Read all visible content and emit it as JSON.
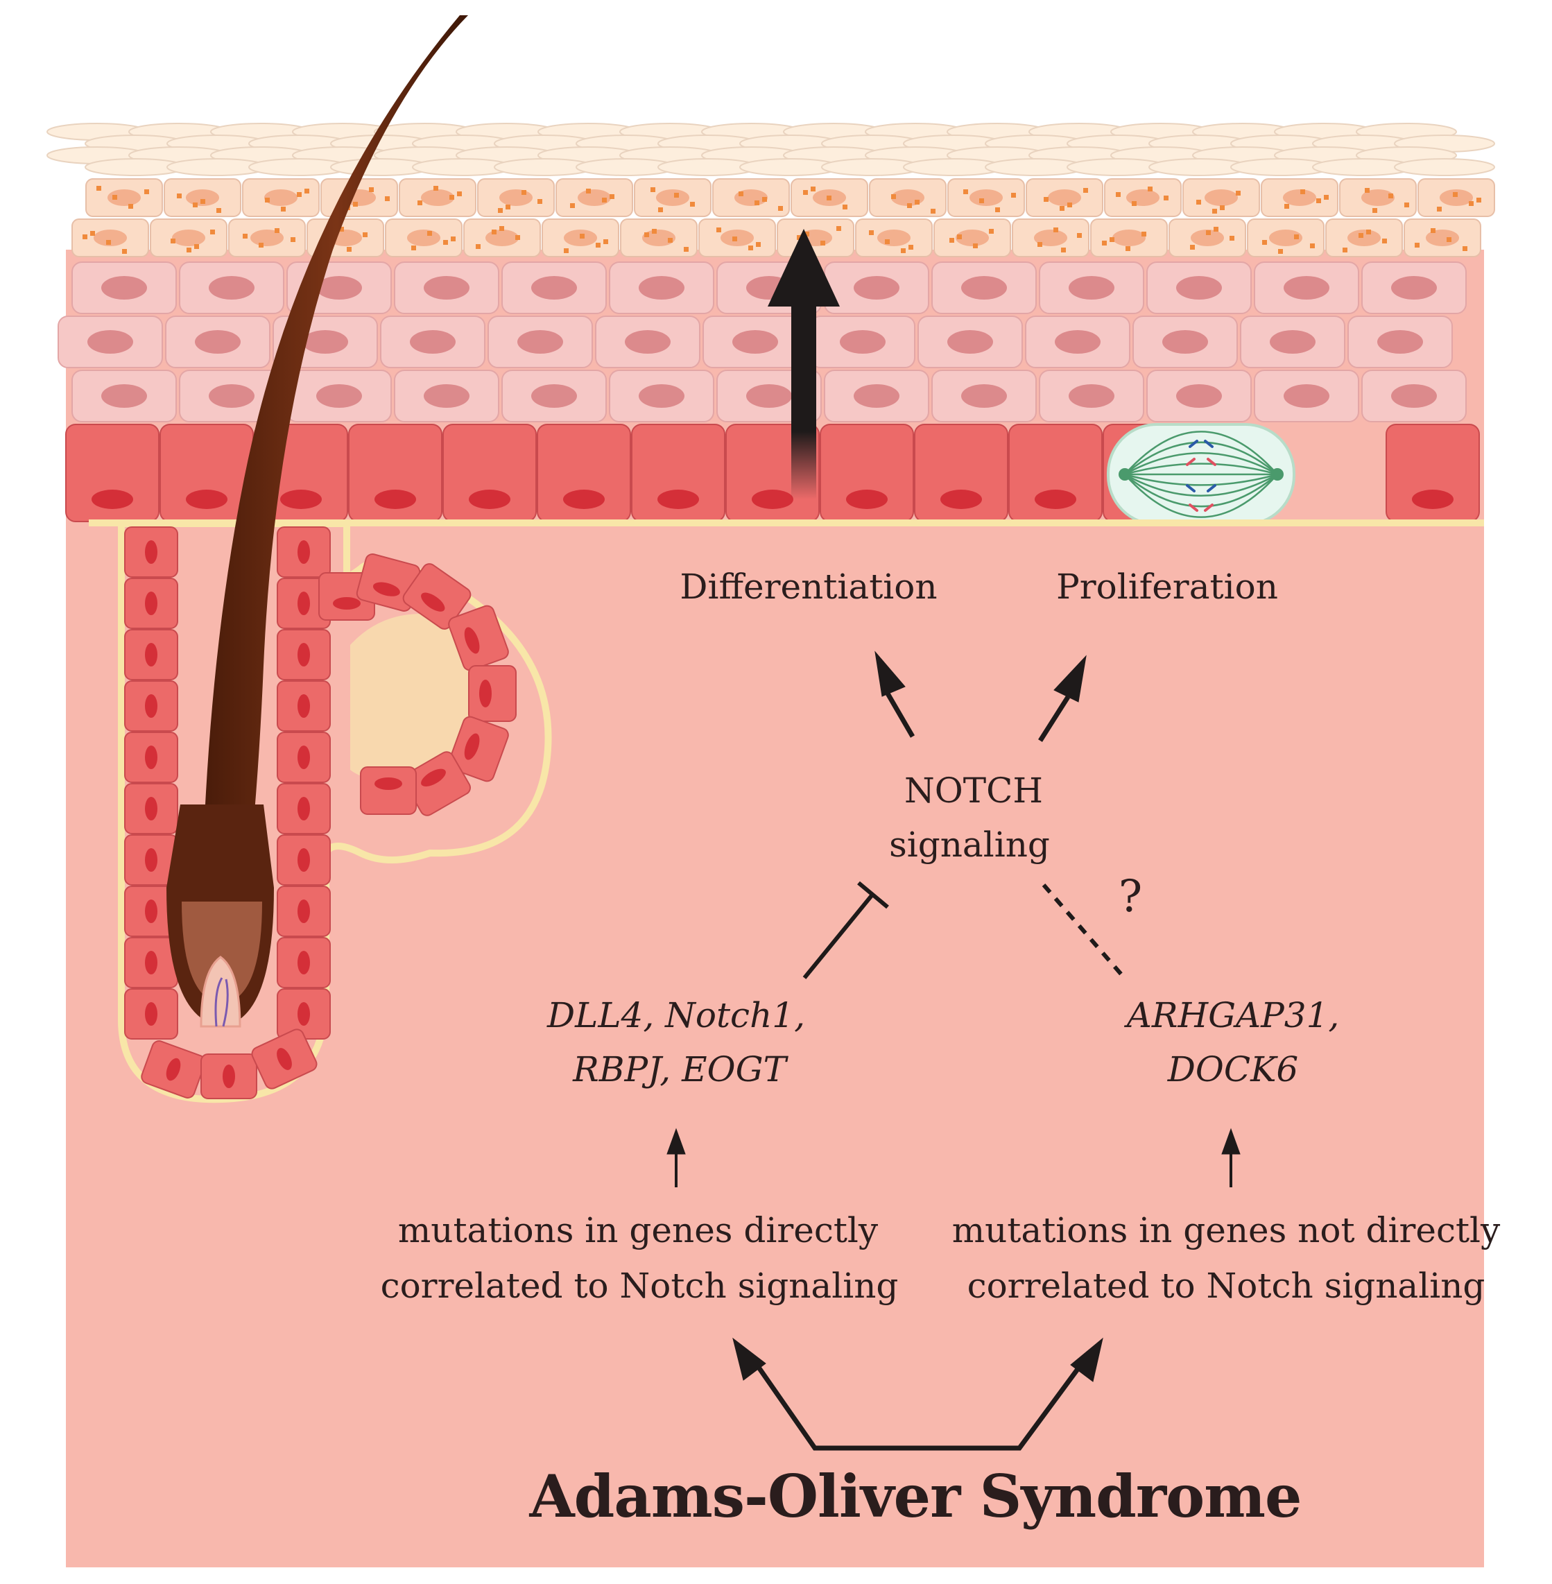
{
  "labels": {
    "differentiation": "Differentiation",
    "proliferation": "Proliferation",
    "notch_line1": "NOTCH",
    "notch_line2": "signaling",
    "question": "?",
    "direct_genes_line1": "DLL4, Notch1,",
    "direct_genes_line2": "RBPJ, EOGT",
    "indirect_genes_line1": "ARHGAP31,",
    "indirect_genes_line2": "DOCK6",
    "direct_mut_line1": "mutations in genes directly",
    "direct_mut_line2": "correlated to Notch signaling",
    "indirect_mut_line1": "mutations in genes not directly",
    "indirect_mut_line2": "correlated to Notch signaling",
    "title": "Adams-Oliver Syndrome"
  },
  "colors": {
    "dermis": "#f8b8ad",
    "basal_cell": "#ec6a69",
    "basal_nucleus": "#d42f38",
    "spinous_cell": "#f6c8c6",
    "spinous_nucleus": "#dc8a8c",
    "granular_cell": "#fbdcc6",
    "granular_dot": "#f08a3c",
    "corneum": "#fdeedd",
    "hair": "#6b2c12",
    "membrane": "#f8e6a8",
    "arrow": "#1e1a1a"
  }
}
